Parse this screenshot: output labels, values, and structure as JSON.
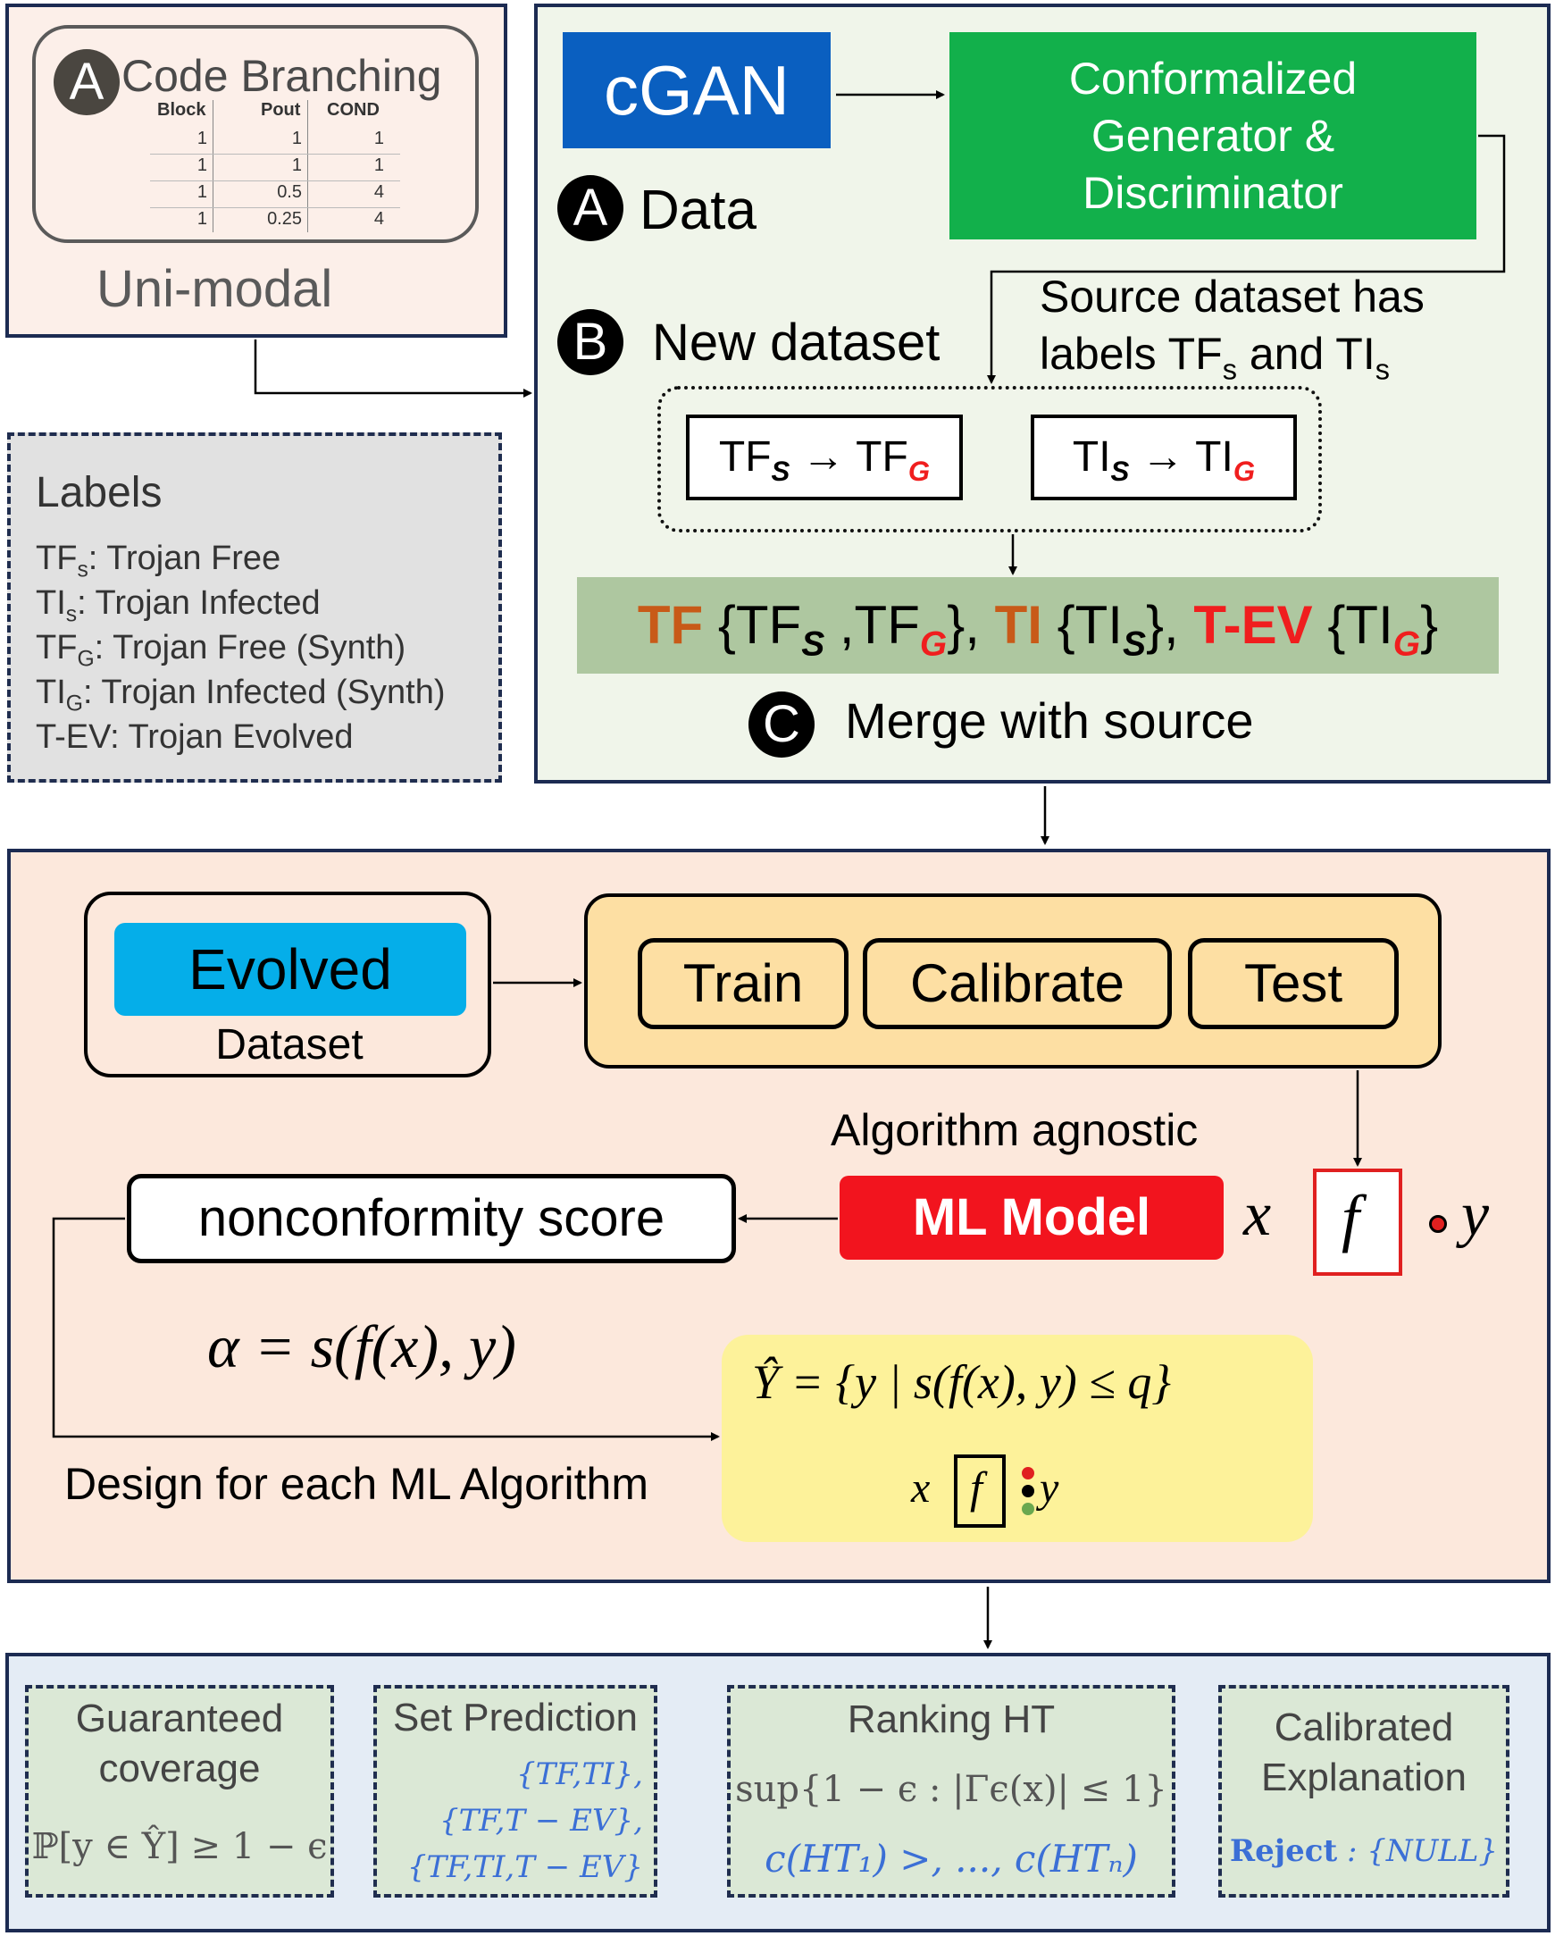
{
  "unimodal": {
    "badge": "A",
    "title": "Code Branching",
    "table_headers": [
      "Block",
      "Pout",
      "COND"
    ],
    "table_rows": [
      [
        "1",
        "1",
        "1"
      ],
      [
        "1",
        "1",
        "1"
      ],
      [
        "1",
        "0.5",
        "4"
      ],
      [
        "1",
        "0.25",
        "4"
      ]
    ],
    "caption": "Uni-modal"
  },
  "labels": {
    "heading": "Labels",
    "items": [
      {
        "abbr": "TF",
        "sub": "s",
        "text": ": Trojan Free"
      },
      {
        "abbr": "TI",
        "sub": "s",
        "text": ": Trojan Infected"
      },
      {
        "abbr": "TF",
        "sub": "G",
        "text": ": Trojan Free (Synth)"
      },
      {
        "abbr": "TI",
        "sub": "G",
        "text": ": Trojan Infected (Synth)"
      },
      {
        "abbr": "T-EV",
        "sub": "",
        "text": ": Trojan Evolved"
      }
    ]
  },
  "cgan": {
    "cgan_label": "cGAN",
    "generator_label": [
      "Conformalized",
      "Generator &",
      "Discriminator"
    ],
    "step_a": {
      "badge": "A",
      "label": "Data"
    },
    "step_b": {
      "badge": "B",
      "label": "New dataset"
    },
    "source_note": {
      "line1": "Source dataset has",
      "line2_prefix": "labels TF",
      "line2_sub1": "s",
      "line2_mid": " and TI",
      "line2_sub2": "s"
    },
    "map_tf": {
      "from": "TF",
      "from_sub": "S",
      "arrow": "→",
      "to": "TF",
      "to_sub": "G"
    },
    "map_ti": {
      "from": "TI",
      "from_sub": "S",
      "arrow": "→",
      "to": "TI",
      "to_sub": "G"
    },
    "merge_bar": {
      "tf": "TF",
      "tf_set": "{TF",
      "tf_s": "S",
      "tf_sep": " ,TF",
      "tf_g": "G",
      "tf_close": "},",
      "ti": "TI",
      "ti_set": "{TI",
      "ti_s": "S",
      "ti_close": "},",
      "tev": "T-EV",
      "tev_set": "{TI",
      "tev_g": "G",
      "tev_close": "}"
    },
    "step_c": {
      "badge": "C",
      "label": "Merge with source"
    }
  },
  "pipeline": {
    "evolved_label": "Evolved",
    "dataset_label": "Dataset",
    "train_label": "Train",
    "calibrate_label": "Calibrate",
    "test_label": "Test",
    "algorithm_note": "Algorithm agnostic",
    "ml_model_label": "ML Model",
    "nonconformity_label": "nonconformity score",
    "x_symbol": "x",
    "f_symbol": "f",
    "y_symbol": "y",
    "alpha_formula": "α = s(f(x), y)",
    "design_note": "Design for each ML Algorithm",
    "set_formula": "Ŷ = {y | s(f(x), y) ≤ q}",
    "mini_x": "x",
    "mini_f": "f",
    "mini_y": "y"
  },
  "outputs": [
    {
      "title_line1": "Guaranteed",
      "title_line2": "coverage",
      "formula": "ℙ[y ∈ Ŷ] ≥ 1 − ϵ"
    },
    {
      "title_line1": "Set Prediction",
      "title_line2": "",
      "formula_lines": [
        "{TF,TI},",
        "{TF,T − EV},",
        "{TF,TI,T − EV}"
      ]
    },
    {
      "title_line1": "Ranking HT",
      "title_line2": "",
      "formula": "sup{1 − ϵ : |Γϵ(x)| ≤ 1}",
      "formula2": "c(HT₁) >, ..., c(HTₙ)"
    },
    {
      "title_line1": "Calibrated",
      "title_line2": "Explanation",
      "formula_bold": "Reject",
      "formula_rest": " : {NULL}"
    }
  ],
  "colors": {
    "cgan_blue": "#0a5fc0",
    "generator_green": "#12b04b",
    "evolved_cyan": "#05aee9",
    "ml_red": "#f2141e",
    "tf_orange": "#c85a18",
    "tev_red": "#f01e1e",
    "formula_blue": "#3b6fd6"
  }
}
